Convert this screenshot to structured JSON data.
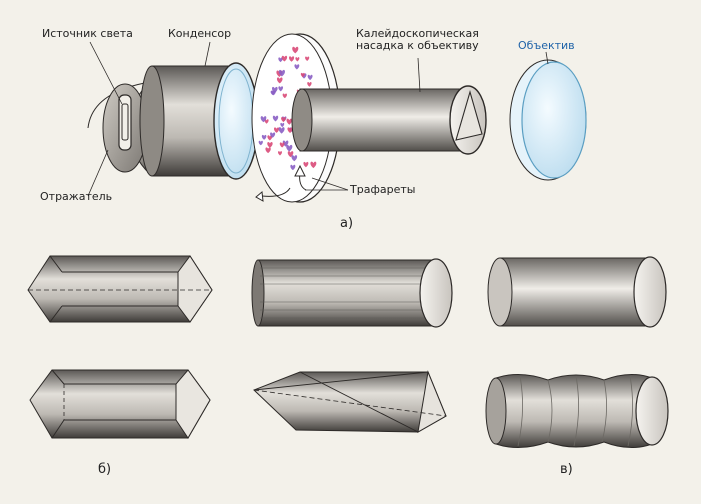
{
  "labels": {
    "light_source": "Источник света",
    "condenser": "Конденсор",
    "attachment": "Калейдоскопическая насадка к объективу",
    "objective": "Объектив",
    "reflector": "Отражатель",
    "stencils": "Трафареты"
  },
  "captions": {
    "a": "а)",
    "b": "б)",
    "v": "в)"
  },
  "colors": {
    "metal_dark": "#4a4744",
    "metal_light": "#d9d6d0",
    "lens_blue": "#cfe6f2",
    "stencil_pink": "#d94a78",
    "stencil_violet": "#8a5fc4",
    "label_blue": "#1f63a8"
  }
}
